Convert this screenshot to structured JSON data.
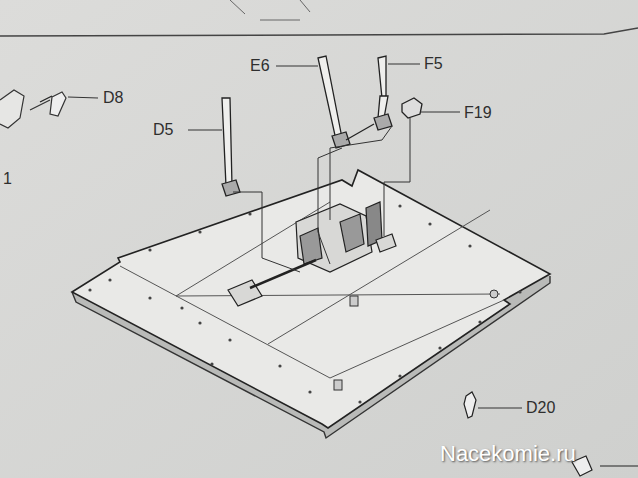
{
  "diagram": {
    "labels": [
      "E6",
      "F5",
      "D8",
      "F19",
      "D5",
      "D20",
      "1",
      "Nacekomie.ru"
    ]
  }
}
